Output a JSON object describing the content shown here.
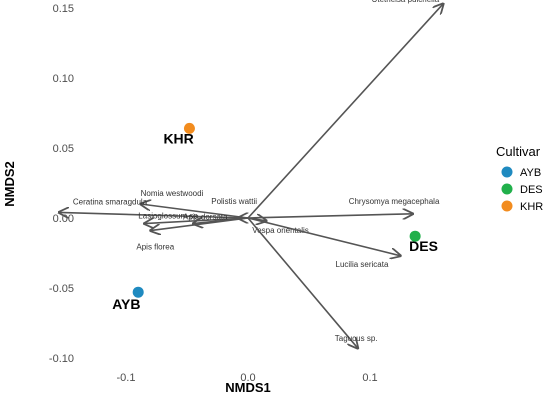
{
  "chart_data": {
    "type": "scatter",
    "subtype": "ordination-biplot",
    "title": "",
    "xlabel": "NMDS1",
    "ylabel": "NMDS2",
    "xlim": [
      -0.155,
      0.16
    ],
    "ylim": [
      -0.11,
      0.155
    ],
    "xticks": [
      -0.1,
      0.0,
      0.1
    ],
    "xtick_labels": [
      "-0.1",
      "0.0",
      "0.1"
    ],
    "yticks": [
      -0.1,
      -0.05,
      0.0,
      0.05,
      0.1,
      0.15
    ],
    "ytick_labels": [
      "-0.10",
      "-0.05",
      "0.00",
      "0.05",
      "0.10",
      "0.15"
    ],
    "grid": false,
    "legend": {
      "title": "Cultivar",
      "placement": "right",
      "entries": [
        {
          "label": "AYB",
          "color": "#1f8ac0"
        },
        {
          "label": "DES",
          "color": "#21b04b"
        },
        {
          "label": "KHR",
          "color": "#f28c1e"
        }
      ]
    },
    "points": [
      {
        "label": "AYB",
        "x": -0.09,
        "y": -0.053,
        "color": "#1f8ac0"
      },
      {
        "label": "DES",
        "x": 0.137,
        "y": -0.013,
        "color": "#21b04b"
      },
      {
        "label": "KHR",
        "x": -0.048,
        "y": 0.064,
        "color": "#f28c1e"
      }
    ],
    "vectors": [
      {
        "label": "Utetheisa pulchella",
        "x": 0.16,
        "y": 0.153
      },
      {
        "label": "Nomia westwoodi",
        "x": -0.088,
        "y": 0.01
      },
      {
        "label": "Ceratina smaragdula",
        "x": -0.155,
        "y": 0.004
      },
      {
        "label": "Lasioglossum sp.",
        "x": -0.085,
        "y": -0.004
      },
      {
        "label": "Apis dorsata",
        "x": -0.045,
        "y": -0.004
      },
      {
        "label": "Apis florea",
        "x": -0.08,
        "y": -0.009
      },
      {
        "label": "Polistis wattii",
        "x": -0.008,
        "y": 0.0
      },
      {
        "label": "Vespa orientalis",
        "x": 0.015,
        "y": -0.002
      },
      {
        "label": "Chrysomya megacephala",
        "x": 0.135,
        "y": 0.003
      },
      {
        "label": "Lucilia sericata",
        "x": 0.125,
        "y": -0.027
      },
      {
        "label": "Tagucus sp.",
        "x": 0.09,
        "y": -0.093
      }
    ]
  }
}
